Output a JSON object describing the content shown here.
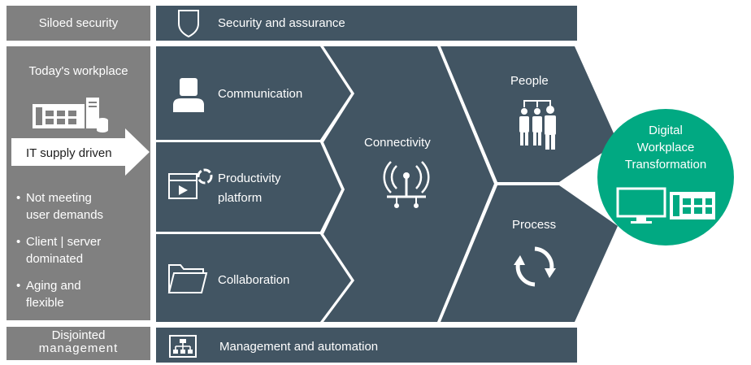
{
  "left": {
    "siloed": "Siloed security",
    "today": "Today's workplace",
    "it_supply": "IT supply driven",
    "bullets": [
      [
        "Not meeting",
        "user demands"
      ],
      [
        "Client | server",
        "dominated"
      ],
      [
        "Aging and",
        "flexible"
      ]
    ],
    "disjointed": [
      "Disjointed",
      "management"
    ]
  },
  "top_bar": {
    "label": "Security and assurance",
    "icon": "shield-icon"
  },
  "bottom_bar": {
    "label": "Management and automation",
    "icon": "org-chart-icon"
  },
  "columns": {
    "communication": {
      "label": "Communication",
      "icon": "person-icon"
    },
    "productivity": {
      "label": [
        "Productivity",
        "platform"
      ],
      "icon": "video-platform-icon"
    },
    "collaboration": {
      "label": "Collaboration",
      "icon": "folder-icon"
    },
    "connectivity": {
      "label": "Connectivity",
      "icon": "antenna-icon"
    },
    "people": {
      "label": "People",
      "icon": "people-icon"
    },
    "process": {
      "label": "Process",
      "icon": "refresh-cycle-icon"
    }
  },
  "outcome": {
    "label": [
      "Digital",
      "Workplace",
      "Transformation"
    ],
    "icon": "devices-icon"
  },
  "colors": {
    "slate": "#425563",
    "gray": "#808080",
    "accent": "#01A982"
  }
}
